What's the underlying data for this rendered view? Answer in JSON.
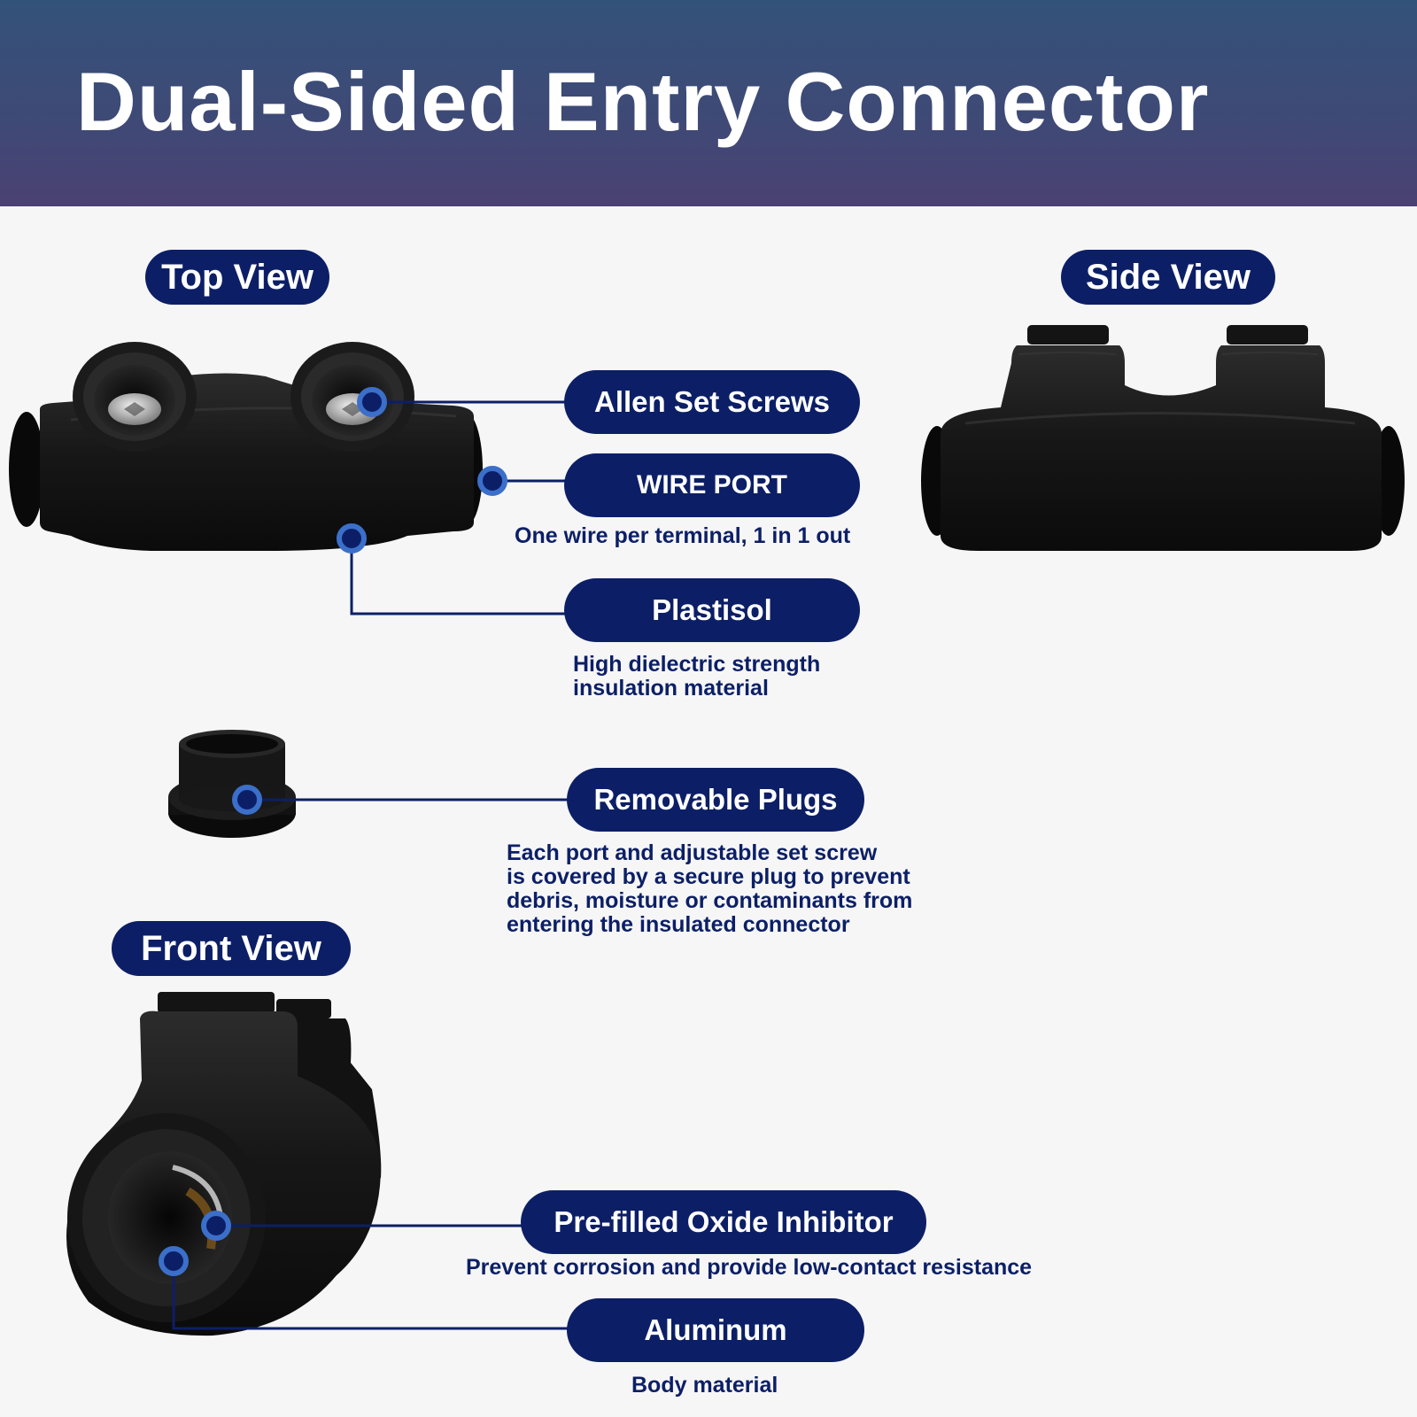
{
  "title": "Dual-Sided Entry Connector",
  "views": {
    "top": "Top View",
    "side": "Side View",
    "front": "Front View"
  },
  "callouts": {
    "allen": {
      "label": "Allen Set Screws"
    },
    "wire_port": {
      "label": "WIRE PORT",
      "desc": "One wire per terminal, 1 in 1 out"
    },
    "plastisol": {
      "label": "Plastisol",
      "desc": "High dielectric strength\ninsulation material"
    },
    "plugs": {
      "label": "Removable Plugs",
      "desc": "Each port and adjustable set screw\nis covered by a secure plug to prevent\ndebris, moisture or contaminants from\nentering the insulated connector"
    },
    "oxide": {
      "label": "Pre-filled Oxide Inhibitor",
      "desc": "Prevent corrosion and provide low-contact resistance"
    },
    "aluminum": {
      "label": "Aluminum",
      "desc": "Body material"
    }
  },
  "colors": {
    "header_top": "#33527a",
    "header_bottom": "#4a4172",
    "accent_navy": "#0c1f66",
    "marker_blue": "#3b6fc9",
    "connector_black": "#151515",
    "background": "#f6f6f6"
  }
}
